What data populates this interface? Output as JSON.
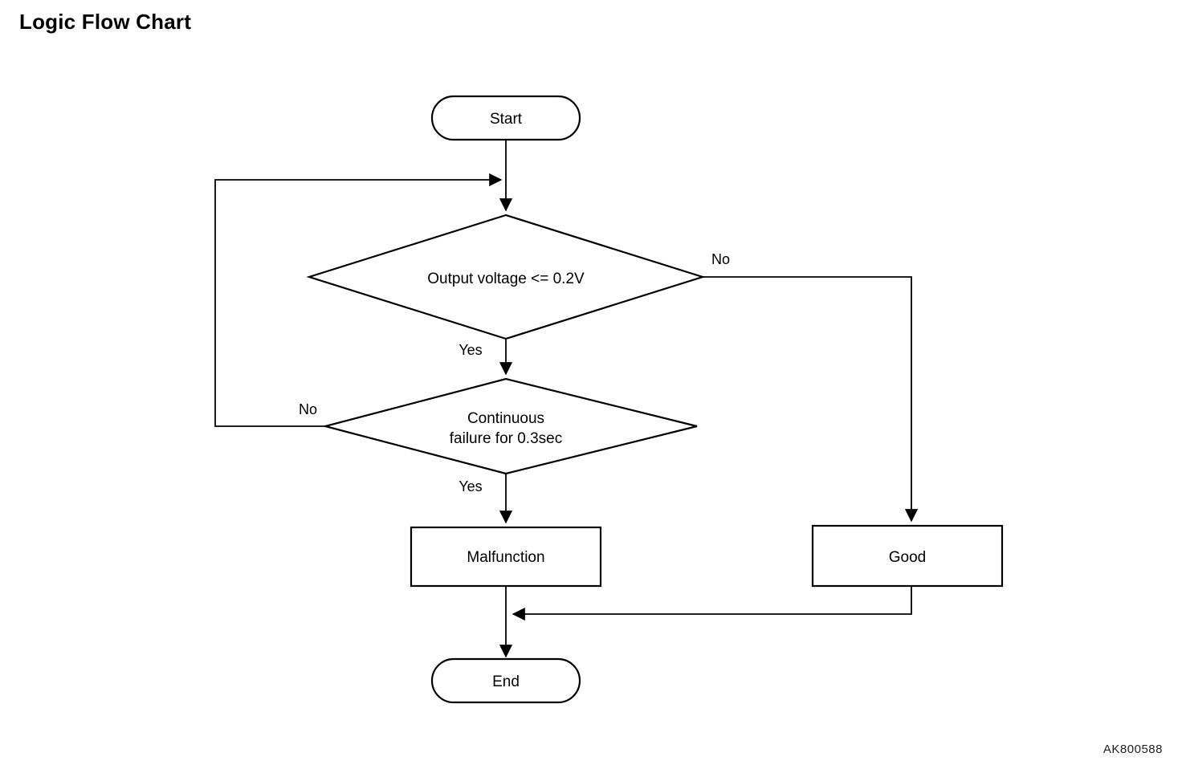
{
  "page": {
    "title": "Logic Flow Chart",
    "watermark": "AK800588",
    "background_color": "#ffffff",
    "line_color": "#000000"
  },
  "chart_data": {
    "type": "diagram",
    "title": "Logic Flow Chart",
    "nodes": [
      {
        "id": "start",
        "shape": "stadium",
        "label": "Start"
      },
      {
        "id": "decision1",
        "shape": "diamond",
        "label": "Output voltage <= 0.2V"
      },
      {
        "id": "decision2",
        "shape": "diamond",
        "label_line1": "Continuous",
        "label_line2": "failure for 0.3sec"
      },
      {
        "id": "malfunction",
        "shape": "rectangle",
        "label": "Malfunction"
      },
      {
        "id": "good",
        "shape": "rectangle",
        "label": "Good"
      },
      {
        "id": "end",
        "shape": "stadium",
        "label": "End"
      }
    ],
    "edges": [
      {
        "from": "start",
        "to": "decision1",
        "label": ""
      },
      {
        "from": "decision1",
        "to": "decision2",
        "label": "Yes"
      },
      {
        "from": "decision1",
        "to": "good",
        "label": "No"
      },
      {
        "from": "decision2",
        "to": "malfunction",
        "label": "Yes"
      },
      {
        "from": "decision2",
        "to": "decision1",
        "label": "No"
      },
      {
        "from": "malfunction",
        "to": "end",
        "label": ""
      },
      {
        "from": "good",
        "to": "end",
        "label": ""
      }
    ]
  },
  "labels": {
    "start": "Start",
    "decision1": "Output voltage <= 0.2V",
    "decision2_line1": "Continuous",
    "decision2_line2": "failure for 0.3sec",
    "malfunction": "Malfunction",
    "good": "Good",
    "end": "End",
    "yes_1": "Yes",
    "yes_2": "Yes",
    "no_1": "No",
    "no_2": "No"
  }
}
